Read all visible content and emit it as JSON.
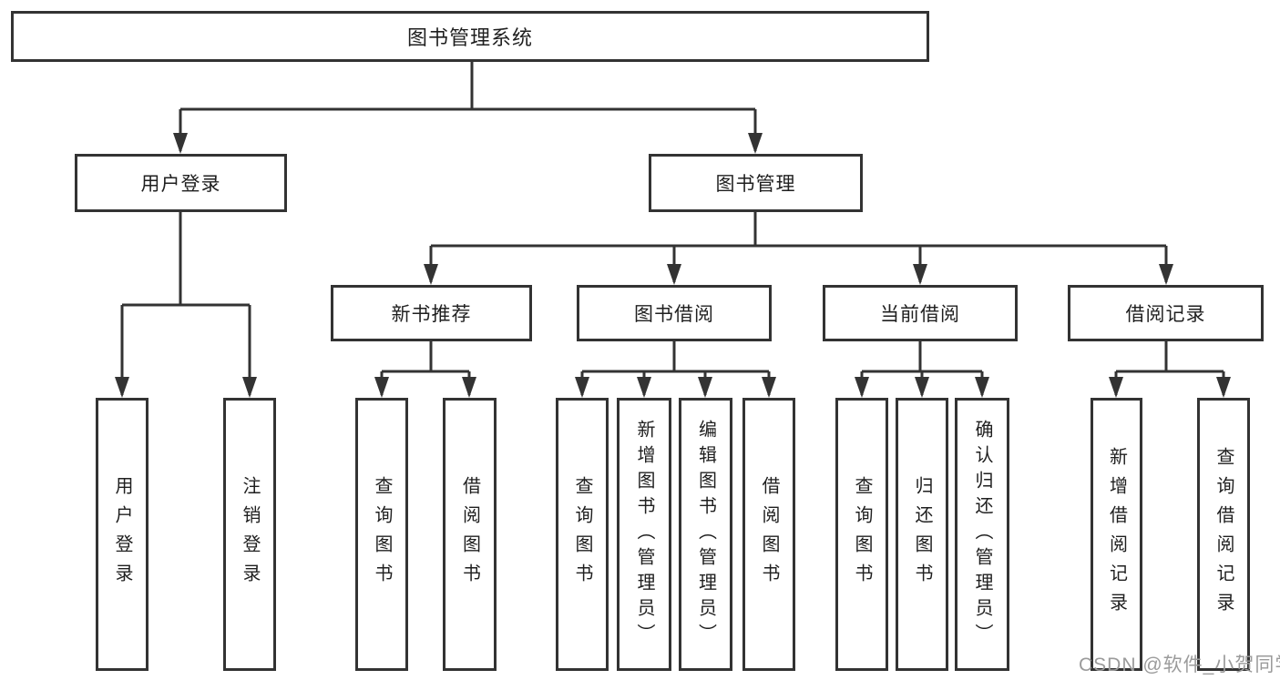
{
  "nodes": {
    "root": "图书管理系统",
    "user_login": "用户登录",
    "book_mgmt": "图书管理",
    "new_book": "新书推荐",
    "borrow": "图书借阅",
    "current": "当前借阅",
    "record": "借阅记录",
    "a1": "用户登录",
    "a2": "注销登录",
    "b1": "查询图书",
    "b2": "借阅图书",
    "c1": "查询图书",
    "c2": "新增图书（管理员）",
    "c3": "编辑图书（管理员）",
    "c4": "借阅图书",
    "d1": "查询图书",
    "d2": "归还图书",
    "d3": "确认归还（管理员）",
    "e1": "新增借阅记录",
    "e2": "查询借阅记录"
  },
  "edges": [
    {
      "from": "图书管理系统",
      "to": "用户登录"
    },
    {
      "from": "图书管理系统",
      "to": "图书管理"
    },
    {
      "from": "用户登录",
      "to": "用户登录"
    },
    {
      "from": "用户登录",
      "to": "注销登录"
    },
    {
      "from": "图书管理",
      "to": "新书推荐"
    },
    {
      "from": "图书管理",
      "to": "图书借阅"
    },
    {
      "from": "图书管理",
      "to": "当前借阅"
    },
    {
      "from": "图书管理",
      "to": "借阅记录"
    },
    {
      "from": "新书推荐",
      "to": "查询图书"
    },
    {
      "from": "新书推荐",
      "to": "借阅图书"
    },
    {
      "from": "图书借阅",
      "to": "查询图书"
    },
    {
      "from": "图书借阅",
      "to": "新增图书（管理员）"
    },
    {
      "from": "图书借阅",
      "to": "编辑图书（管理员）"
    },
    {
      "from": "图书借阅",
      "to": "借阅图书"
    },
    {
      "from": "当前借阅",
      "to": "查询图书"
    },
    {
      "from": "当前借阅",
      "to": "归还图书"
    },
    {
      "from": "当前借阅",
      "to": "确认归还（管理员）"
    },
    {
      "from": "借阅记录",
      "to": "新增借阅记录"
    },
    {
      "from": "借阅记录",
      "to": "查询借阅记录"
    }
  ],
  "watermark": "CSDN @软件_小贺同学",
  "colors": {
    "line": "#333333",
    "box_border": "#333333",
    "text": "#1f1f1f",
    "background": "#ffffff",
    "watermark": "#9b9b9b"
  }
}
